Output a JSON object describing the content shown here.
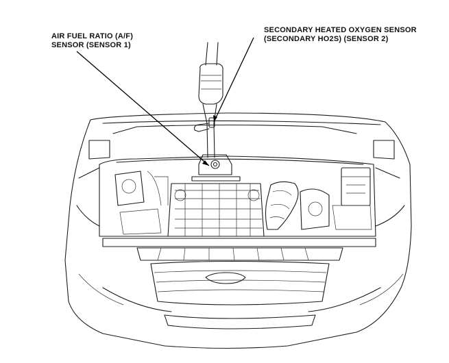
{
  "callouts": {
    "af_sensor": {
      "line1": "AIR FUEL RATIO (A/F)",
      "line2": "SENSOR (SENSOR 1)"
    },
    "secondary_sensor": {
      "line1": "SECONDARY HEATED OXYGEN SENSOR",
      "line2": "(SECONDARY HO2S) (SENSOR 2)"
    }
  },
  "colors": {
    "line": "#1a1a1a",
    "background": "#ffffff"
  }
}
